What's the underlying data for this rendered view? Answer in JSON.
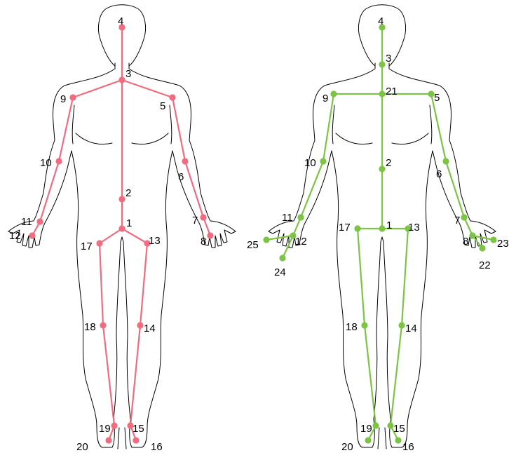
{
  "skeletons": [
    {
      "color": "#f06c7e",
      "joints": [
        {
          "id": "1"
        },
        {
          "id": "2"
        },
        {
          "id": "3"
        },
        {
          "id": "4"
        },
        {
          "id": "5"
        },
        {
          "id": "6"
        },
        {
          "id": "7"
        },
        {
          "id": "8"
        },
        {
          "id": "9"
        },
        {
          "id": "10"
        },
        {
          "id": "11"
        },
        {
          "id": "12"
        },
        {
          "id": "13"
        },
        {
          "id": "14"
        },
        {
          "id": "15"
        },
        {
          "id": "16"
        },
        {
          "id": "17"
        },
        {
          "id": "18"
        },
        {
          "id": "19"
        },
        {
          "id": "20"
        }
      ],
      "bones": [
        [
          "4",
          "3"
        ],
        [
          "3",
          "2"
        ],
        [
          "2",
          "1"
        ],
        [
          "3",
          "9"
        ],
        [
          "9",
          "10"
        ],
        [
          "10",
          "11"
        ],
        [
          "11",
          "12"
        ],
        [
          "3",
          "5"
        ],
        [
          "5",
          "6"
        ],
        [
          "6",
          "7"
        ],
        [
          "7",
          "8"
        ],
        [
          "1",
          "17"
        ],
        [
          "17",
          "18"
        ],
        [
          "18",
          "19"
        ],
        [
          "19",
          "20"
        ],
        [
          "1",
          "13"
        ],
        [
          "13",
          "14"
        ],
        [
          "14",
          "15"
        ],
        [
          "15",
          "16"
        ]
      ]
    },
    {
      "color": "#7cc444",
      "joints": [
        {
          "id": "1"
        },
        {
          "id": "2"
        },
        {
          "id": "3"
        },
        {
          "id": "4"
        },
        {
          "id": "5"
        },
        {
          "id": "6"
        },
        {
          "id": "7"
        },
        {
          "id": "8"
        },
        {
          "id": "9"
        },
        {
          "id": "10"
        },
        {
          "id": "11"
        },
        {
          "id": "12"
        },
        {
          "id": "13"
        },
        {
          "id": "14"
        },
        {
          "id": "15"
        },
        {
          "id": "16"
        },
        {
          "id": "17"
        },
        {
          "id": "18"
        },
        {
          "id": "19"
        },
        {
          "id": "20"
        },
        {
          "id": "21"
        },
        {
          "id": "22"
        },
        {
          "id": "23"
        },
        {
          "id": "24"
        },
        {
          "id": "25"
        }
      ],
      "bones": [
        [
          "4",
          "3"
        ],
        [
          "3",
          "21"
        ],
        [
          "21",
          "2"
        ],
        [
          "2",
          "1"
        ],
        [
          "21",
          "9"
        ],
        [
          "9",
          "10"
        ],
        [
          "10",
          "11"
        ],
        [
          "11",
          "12"
        ],
        [
          "12",
          "24"
        ],
        [
          "12",
          "25"
        ],
        [
          "21",
          "5"
        ],
        [
          "5",
          "6"
        ],
        [
          "6",
          "7"
        ],
        [
          "7",
          "8"
        ],
        [
          "8",
          "22"
        ],
        [
          "8",
          "23"
        ],
        [
          "1",
          "17"
        ],
        [
          "17",
          "18"
        ],
        [
          "18",
          "19"
        ],
        [
          "19",
          "20"
        ],
        [
          "1",
          "13"
        ],
        [
          "13",
          "14"
        ],
        [
          "14",
          "15"
        ],
        [
          "15",
          "16"
        ]
      ]
    }
  ]
}
